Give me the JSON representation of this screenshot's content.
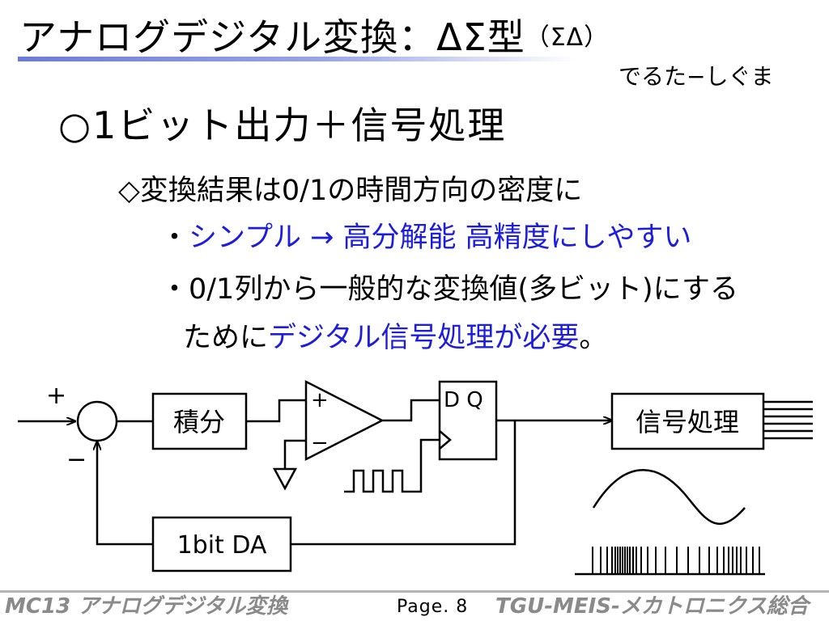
{
  "header": {
    "title": "アナログデジタル変換：ΔΣ型",
    "title_paren": "（ΣΔ）",
    "reading": "でるた−しぐま"
  },
  "heading": "○1ビット出力＋信号処理",
  "body": {
    "line1": "◇変換結果は0/1の時間方向の密度に",
    "line2_bullet": "・",
    "line2_blue": "シンプル → 高分解能 高精度にしやすい",
    "line3": "・0/1列から一般的な変換値(多ビット)にする",
    "line4_black1": "ために",
    "line4_blue": "デジタル信号処理が必要",
    "line4_black2": "。"
  },
  "diagram": {
    "plus_sign": "+",
    "minus_sign": "−",
    "integrator": "積分",
    "comp_plus": "+",
    "comp_minus": "−",
    "ff_label": "D Q",
    "dsp": "信号処理",
    "dac": "1bit  DA"
  },
  "footer": {
    "left": "MC13  アナログデジタル変換",
    "page": "Page. 8",
    "right": "TGU-MEIS-メカトロニクス総合"
  },
  "colors": {
    "accent_blue": "#1d1dde",
    "title_underline": "#6c7bd8",
    "footer_gray": "#8a8a8a"
  }
}
